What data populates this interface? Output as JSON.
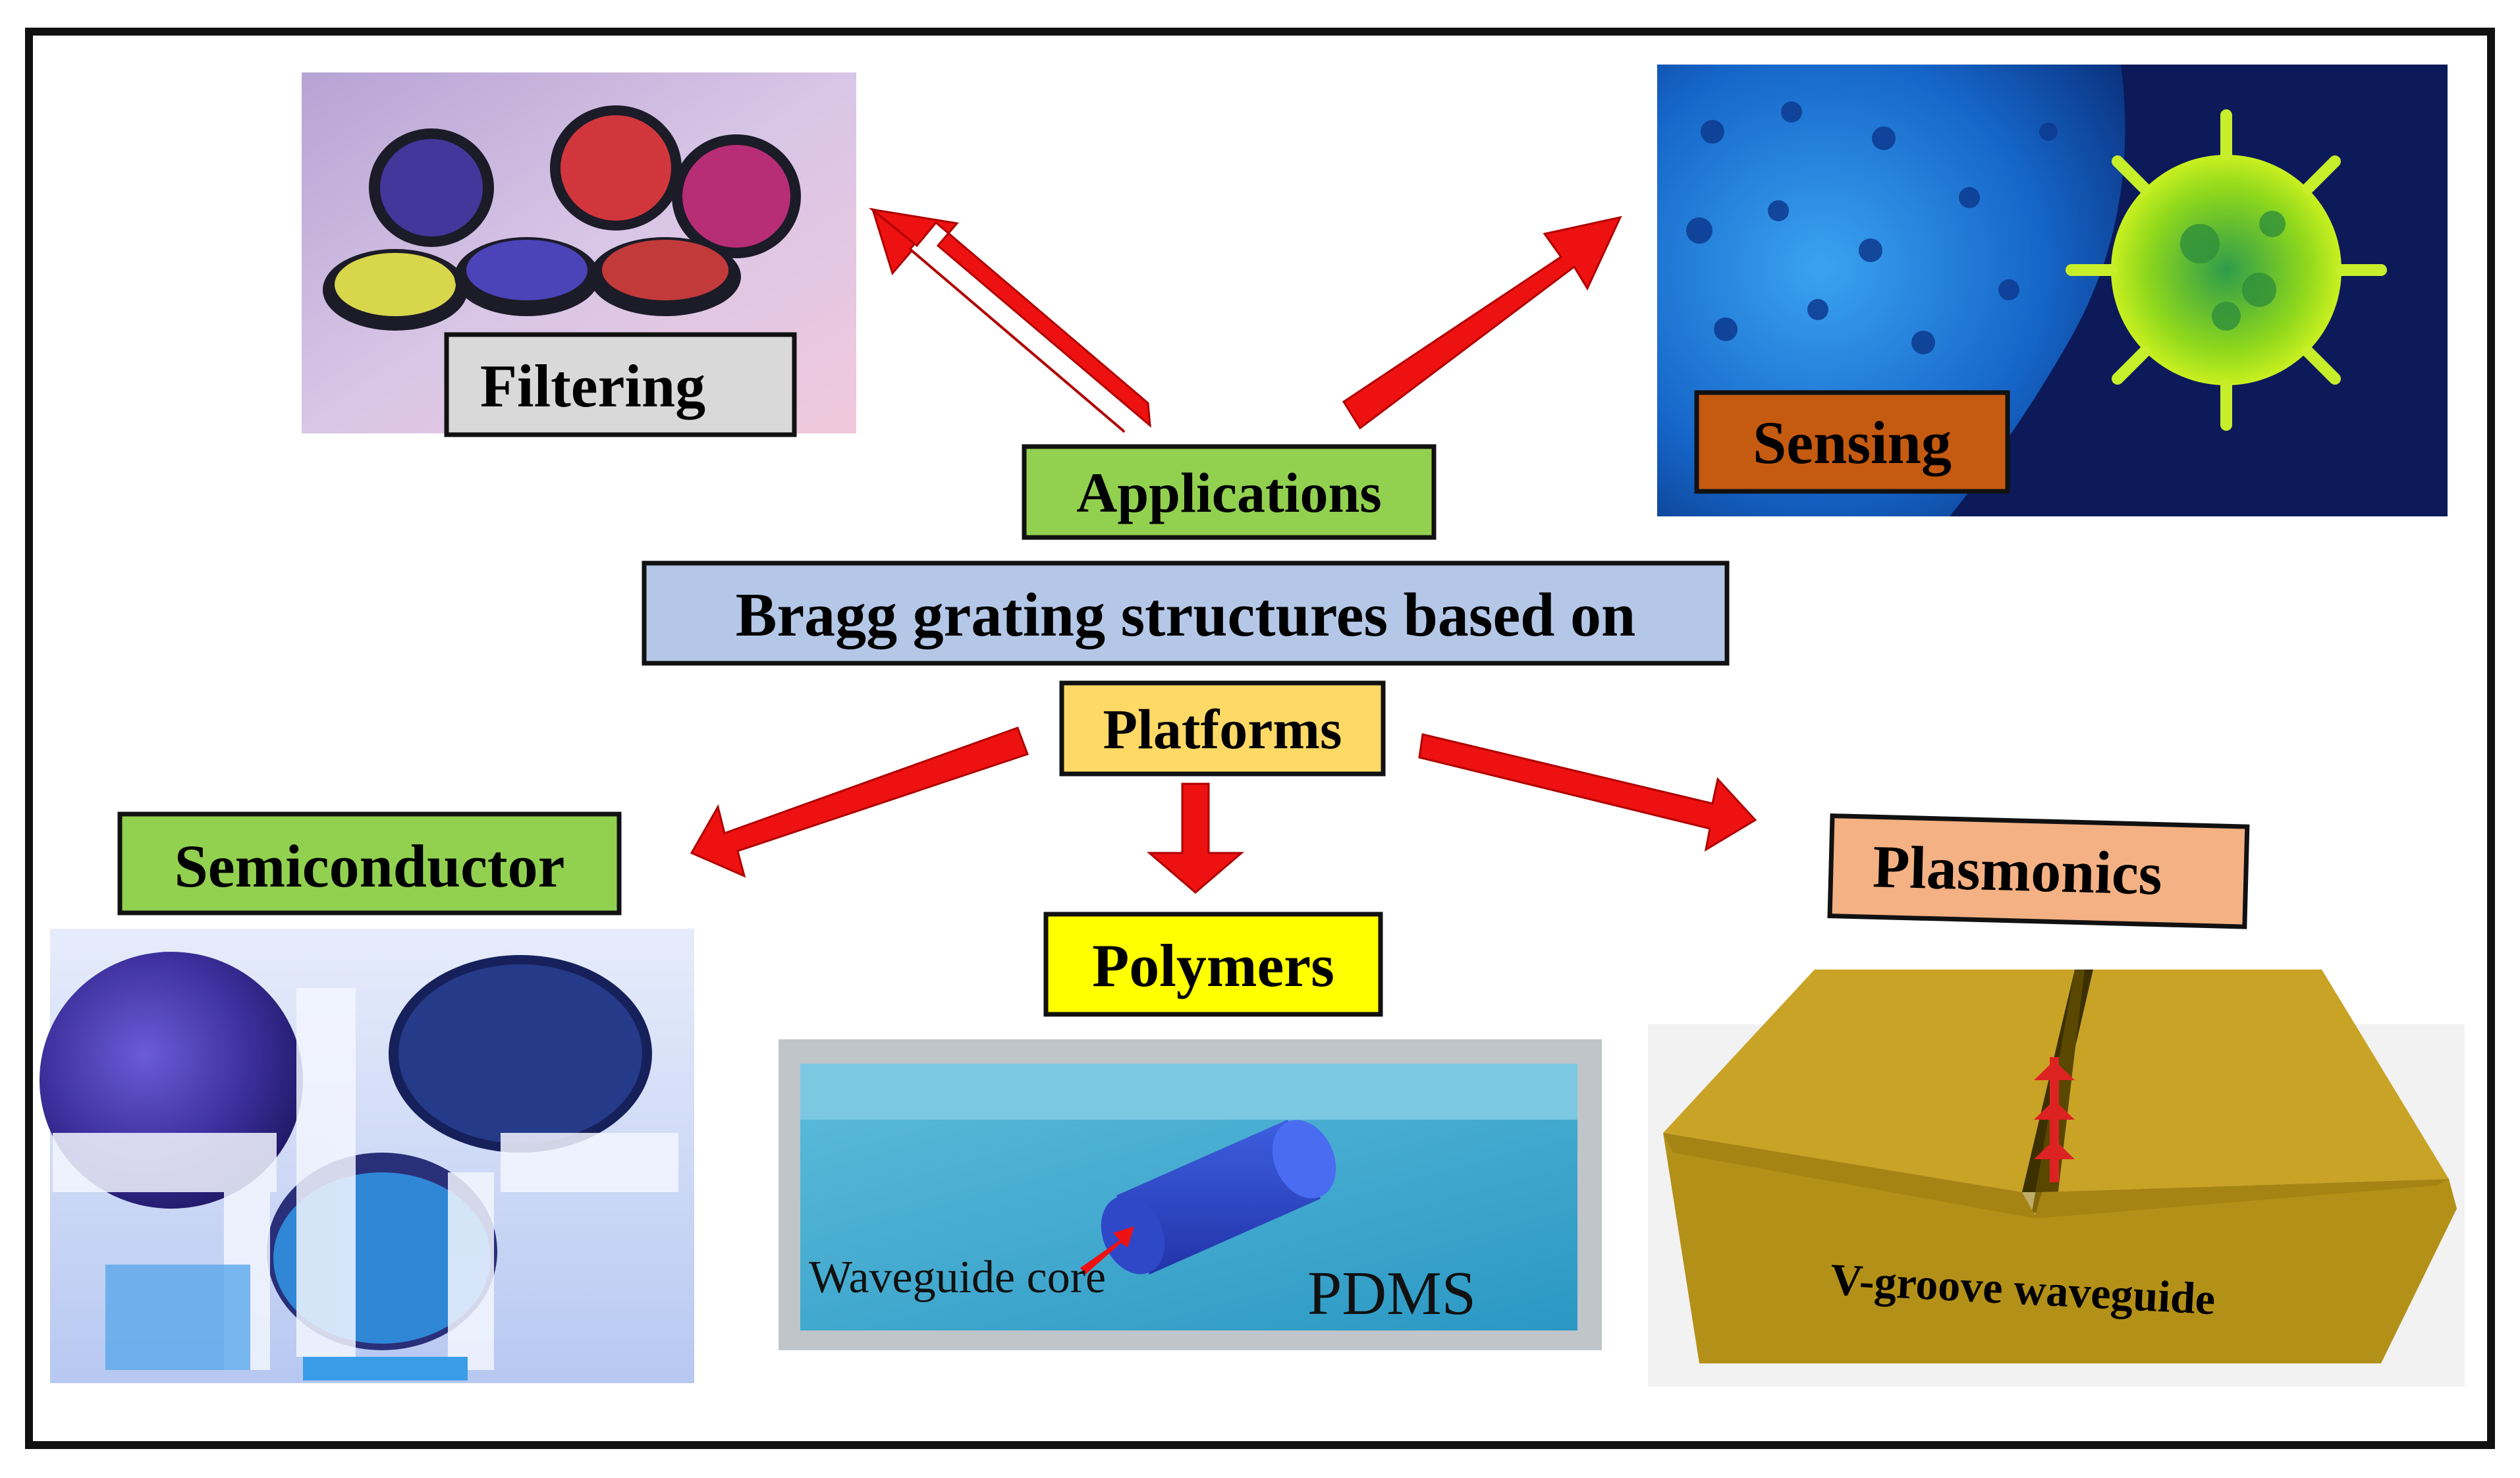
{
  "diagram": {
    "center_title": "Bragg grating structures based on",
    "applications_label": "Applications",
    "platforms_label": "Platforms",
    "applications": [
      {
        "id": "filtering",
        "label": "Filtering"
      },
      {
        "id": "sensing",
        "label": "Sensing"
      }
    ],
    "platforms": [
      {
        "id": "semiconductor",
        "label": "Semiconductor"
      },
      {
        "id": "polymers",
        "label": "Polymers",
        "annotations": {
          "core": "Waveguide core",
          "material": "PDMS"
        }
      },
      {
        "id": "plasmonics",
        "label": "Plasmonics",
        "annotations": {
          "structure": "V-groove waveguide"
        }
      }
    ]
  },
  "colors": {
    "arrow": "#ee1111",
    "applications_box": "#92d050",
    "center_box": "#b4c7e7",
    "platforms_box": "#ffd966",
    "filtering_box": "#d9d9d9",
    "sensing_box": "#c55a11",
    "semiconductor_box": "#92d050",
    "polymers_box": "#ffff00",
    "plasmonics_box": "#f4b183"
  }
}
